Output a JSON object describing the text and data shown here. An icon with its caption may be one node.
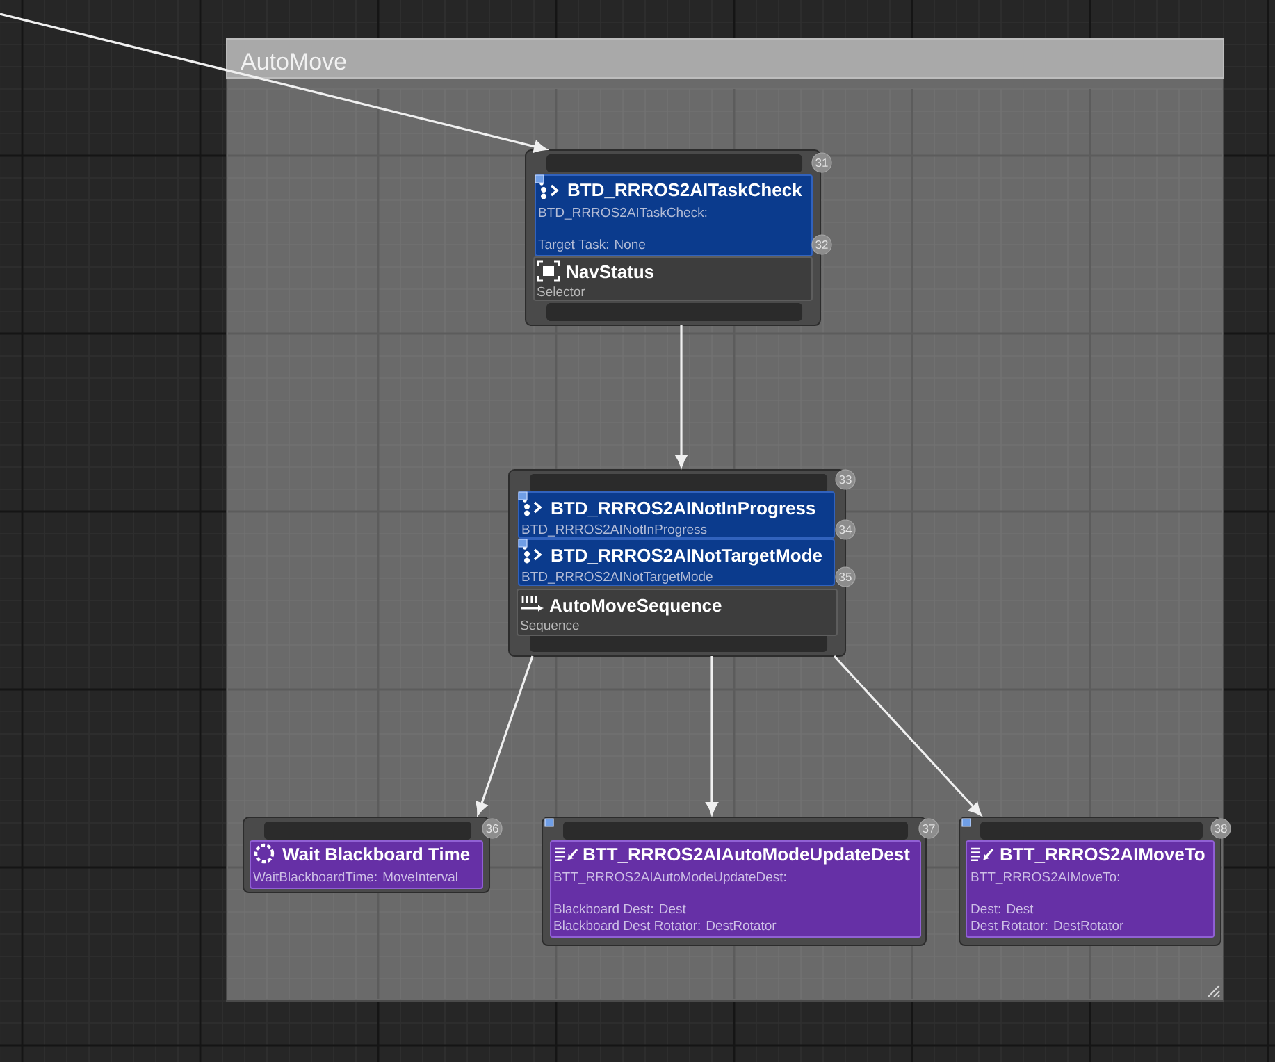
{
  "diagram": {
    "nodes": [
      {
        "text": [
          "AutoMove"
        ]
      },
      {
        "text": [],
        "shape": "box",
        "in": 0,
        "beside": [
          "31"
        ]
      },
      {
        "text": [
          "BTD_RRROS2AITaskCheck",
          "BTD_RRROS2AITaskCheck:",
          "Target Task: None"
        ],
        "in": 1,
        "beside": [
          "32"
        ]
      },
      {
        "text": [
          "NavStatus",
          "Selector"
        ],
        "in": 1
      },
      {
        "text": [],
        "shape": "box",
        "in": 0,
        "beside": [
          "33"
        ]
      },
      {
        "text": [
          "BTD_RRROS2AINotInProgress",
          "BTD_RRROS2AINotInProgress"
        ],
        "in": 4,
        "beside": [
          "34"
        ]
      },
      {
        "text": [
          "BTD_RRROS2AINotTargetMode",
          "BTD_RRROS2AINotTargetMode"
        ],
        "in": 4,
        "beside": [
          "35"
        ]
      },
      {
        "text": [
          "AutoMoveSequence",
          "Sequence"
        ],
        "in": 4
      },
      {
        "text": [],
        "shape": "box",
        "in": 0,
        "beside": [
          "36"
        ]
      },
      {
        "text": [
          "Wait Blackboard Time",
          "WaitBlackboardTime: MoveInterval"
        ],
        "in": 8
      },
      {
        "text": [],
        "shape": "box",
        "in": 0,
        "beside": [
          "37"
        ]
      },
      {
        "text": [
          "BTT_RRROS2AIAutoModeUpdateDest",
          "BTT_RRROS2AIAutoModeUpdateDest:",
          "Blackboard Dest: Dest",
          "Blackboard Dest Rotator: DestRotator"
        ],
        "in": 10
      },
      {
        "text": [],
        "shape": "box",
        "in": 0,
        "beside": [
          "38"
        ]
      },
      {
        "text": [
          "BTT_RRROS2AIMoveTo",
          "BTT_RRROS2AIMoveTo:",
          "Dest: Dest",
          "Dest Rotator: DestRotator"
        ],
        "in": 12
      }
    ],
    "edges": [
      {
        "from": null,
        "to": 1,
        "arrow": "to"
      },
      {
        "from": 1,
        "to": 4,
        "arrow": "to"
      },
      {
        "from": 4,
        "to": 8,
        "arrow": "to"
      },
      {
        "from": 4,
        "to": 10,
        "arrow": "to"
      },
      {
        "from": 4,
        "to": 12,
        "arrow": "to"
      }
    ]
  }
}
